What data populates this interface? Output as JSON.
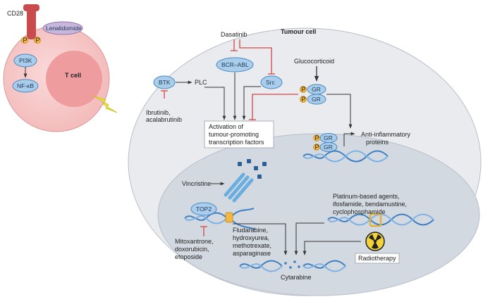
{
  "tcell": {
    "receptor": "CD28",
    "drug": "Lenalidomide",
    "nucleus": "T cell",
    "pathway": [
      "PI3K",
      "NF-κB"
    ],
    "phospho": "P"
  },
  "tumour": {
    "title": "Tumour cell",
    "dasatinib": "Dasatinib",
    "bcr_abl": "BCR–ABL",
    "src": "Src",
    "btk": "BTK",
    "plc": "PLC",
    "ibrutinib": [
      "Ibrutinib,",
      "acalabrutinib"
    ],
    "glucocorticoid": "Glucocorticoid",
    "gr": "GR",
    "activation": [
      "Activation of",
      "tumour-promoting",
      "transcription factors"
    ],
    "anti_inflammatory": [
      "Anti-inflammatory",
      "proteins"
    ]
  },
  "nucleus": {
    "vincristine": "Vincristine",
    "top2": "TOP2",
    "mitoxantrone": [
      "Mitoxantrone,",
      "doxorubicin,",
      "etoposide"
    ],
    "fludarabine": [
      "Fludarabine,",
      "hydroxyurea,",
      "methotrexate,",
      "asparaginase"
    ],
    "platinum": [
      "Platinum-based agents,",
      "ifosfamide, bendamustine,",
      "cyclophosphamide"
    ],
    "radiotherapy": "Radiotherapy",
    "cytarabine": "Cytarabine"
  },
  "colors": {
    "cell_fill": "#e9ebee",
    "nucleus_fill": "#d3d9e1",
    "pill_fill": "#a9cdeb",
    "pill_stroke": "#4a8ac2",
    "inhibit": "#d64545",
    "tcell_fill": "#f8cfcf",
    "tcell_nucleus": "#ef9c9f",
    "phospho": "#f3b63f"
  }
}
